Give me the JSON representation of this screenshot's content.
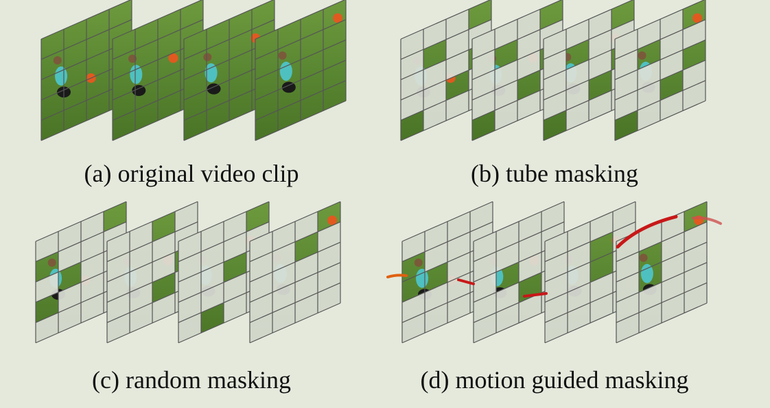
{
  "captions": {
    "a": "(a) original video clip",
    "b": "(b) tube masking",
    "c": "(c) random masking",
    "d": "(d) motion guided masking"
  },
  "panels": [
    {
      "id": "a",
      "frames": 4,
      "grid": [
        4,
        5
      ],
      "masks": [
        [
          [
            0,
            0,
            0,
            0
          ],
          [
            0,
            0,
            0,
            0
          ],
          [
            0,
            0,
            0,
            0
          ],
          [
            0,
            0,
            0,
            0
          ],
          [
            0,
            0,
            0,
            0
          ]
        ],
        [
          [
            0,
            0,
            0,
            0
          ],
          [
            0,
            0,
            0,
            0
          ],
          [
            0,
            0,
            0,
            0
          ],
          [
            0,
            0,
            0,
            0
          ],
          [
            0,
            0,
            0,
            0
          ]
        ],
        [
          [
            0,
            0,
            0,
            0
          ],
          [
            0,
            0,
            0,
            0
          ],
          [
            0,
            0,
            0,
            0
          ],
          [
            0,
            0,
            0,
            0
          ],
          [
            0,
            0,
            0,
            0
          ]
        ],
        [
          [
            0,
            0,
            0,
            0
          ],
          [
            0,
            0,
            0,
            0
          ],
          [
            0,
            0,
            0,
            0
          ],
          [
            0,
            0,
            0,
            0
          ],
          [
            0,
            0,
            0,
            0
          ]
        ]
      ]
    },
    {
      "id": "b",
      "frames": 4,
      "grid": [
        4,
        5
      ],
      "masks": [
        [
          [
            1,
            1,
            1,
            0
          ],
          [
            1,
            0,
            1,
            1
          ],
          [
            1,
            1,
            1,
            0
          ],
          [
            1,
            1,
            0,
            1
          ],
          [
            0,
            1,
            1,
            1
          ]
        ],
        [
          [
            1,
            1,
            1,
            0
          ],
          [
            1,
            0,
            1,
            1
          ],
          [
            1,
            1,
            1,
            0
          ],
          [
            1,
            1,
            0,
            1
          ],
          [
            0,
            1,
            1,
            1
          ]
        ],
        [
          [
            1,
            1,
            1,
            0
          ],
          [
            1,
            0,
            1,
            1
          ],
          [
            1,
            1,
            1,
            0
          ],
          [
            1,
            1,
            0,
            1
          ],
          [
            0,
            1,
            1,
            1
          ]
        ],
        [
          [
            1,
            1,
            1,
            0
          ],
          [
            1,
            0,
            1,
            1
          ],
          [
            1,
            1,
            1,
            0
          ],
          [
            1,
            1,
            0,
            1
          ],
          [
            0,
            1,
            1,
            1
          ]
        ]
      ]
    },
    {
      "id": "c",
      "frames": 4,
      "grid": [
        4,
        5
      ],
      "masks": [
        [
          [
            1,
            1,
            1,
            0
          ],
          [
            0,
            1,
            1,
            1
          ],
          [
            1,
            0,
            1,
            1
          ],
          [
            0,
            1,
            1,
            1
          ],
          [
            1,
            1,
            1,
            1
          ]
        ],
        [
          [
            1,
            1,
            0,
            1
          ],
          [
            1,
            1,
            1,
            1
          ],
          [
            1,
            1,
            1,
            0
          ],
          [
            1,
            1,
            0,
            1
          ],
          [
            1,
            1,
            1,
            1
          ]
        ],
        [
          [
            1,
            1,
            1,
            0
          ],
          [
            1,
            1,
            1,
            1
          ],
          [
            1,
            1,
            0,
            1
          ],
          [
            1,
            1,
            1,
            1
          ],
          [
            1,
            0,
            1,
            1
          ]
        ],
        [
          [
            1,
            1,
            1,
            0
          ],
          [
            1,
            1,
            0,
            1
          ],
          [
            1,
            1,
            1,
            1
          ],
          [
            1,
            1,
            1,
            1
          ],
          [
            1,
            1,
            1,
            1
          ]
        ]
      ]
    },
    {
      "id": "d",
      "frames": 4,
      "grid": [
        4,
        5
      ],
      "masks": [
        [
          [
            1,
            1,
            1,
            1
          ],
          [
            0,
            1,
            1,
            1
          ],
          [
            0,
            0,
            1,
            1
          ],
          [
            1,
            1,
            1,
            1
          ],
          [
            1,
            1,
            1,
            1
          ]
        ],
        [
          [
            1,
            1,
            1,
            1
          ],
          [
            1,
            1,
            1,
            1
          ],
          [
            1,
            0,
            1,
            1
          ],
          [
            1,
            1,
            0,
            1
          ],
          [
            1,
            1,
            1,
            1
          ]
        ],
        [
          [
            1,
            1,
            1,
            1
          ],
          [
            1,
            1,
            0,
            1
          ],
          [
            1,
            1,
            0,
            1
          ],
          [
            1,
            1,
            1,
            1
          ],
          [
            1,
            1,
            1,
            1
          ]
        ],
        [
          [
            1,
            1,
            1,
            0
          ],
          [
            1,
            0,
            1,
            1
          ],
          [
            1,
            0,
            1,
            1
          ],
          [
            1,
            1,
            1,
            1
          ],
          [
            1,
            1,
            1,
            1
          ]
        ]
      ]
    }
  ],
  "colors": {
    "background": "#e4e9dc",
    "grass_dark": "#4f7a2a",
    "grass_light": "#7ea84a",
    "mask": "#dcdfd6",
    "grid_line": "#555555",
    "shirt": "#4fc0c0",
    "ball": "#e05a20",
    "trajectory": "#c81818",
    "trajectory_start": "#e06010"
  }
}
